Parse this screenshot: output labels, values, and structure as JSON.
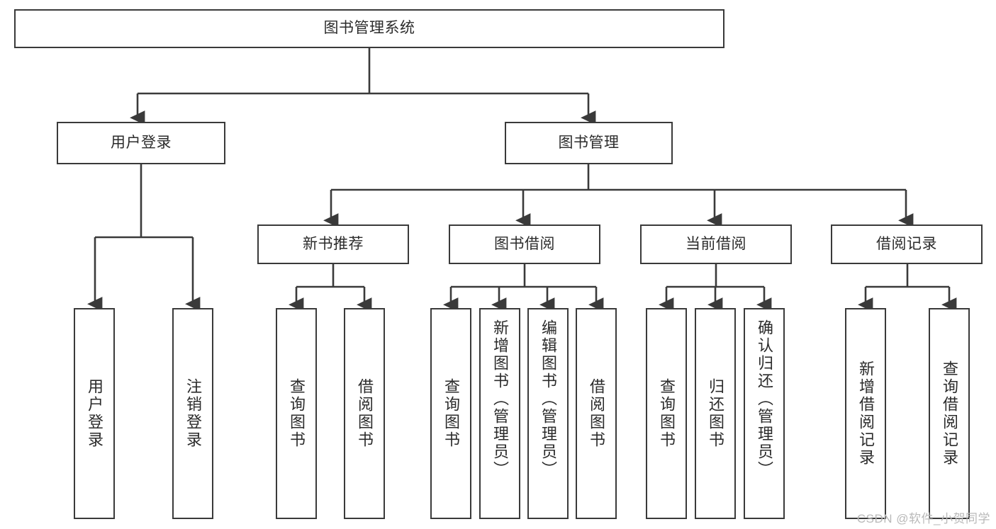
{
  "diagram": {
    "type": "tree-hierarchy",
    "title": "图书管理系统",
    "watermark": "CSDN @软件_小贺同学",
    "colors": {
      "stroke": "#3a3a3a",
      "fill": "#ffffff",
      "text": "#2b2b2b",
      "watermark": "#b9b9b9"
    },
    "nodes": {
      "root": {
        "label": "图书管理系统"
      },
      "level2": [
        {
          "id": "user-login",
          "label": "用户登录"
        },
        {
          "id": "book-manage",
          "label": "图书管理"
        }
      ],
      "level3": [
        {
          "id": "new-book-recommend",
          "label": "新书推荐"
        },
        {
          "id": "book-borrow",
          "label": "图书借阅"
        },
        {
          "id": "current-borrow",
          "label": "当前借阅"
        },
        {
          "id": "borrow-record",
          "label": "借阅记录"
        }
      ],
      "leaves": [
        {
          "id": "leaf-user-login",
          "label": "用户登录",
          "parent": "user-login"
        },
        {
          "id": "leaf-user-logout",
          "label": "注销登录",
          "parent": "user-login"
        },
        {
          "id": "leaf-query-book-1",
          "label": "查询图书",
          "parent": "new-book-recommend"
        },
        {
          "id": "leaf-borrow-book-1",
          "label": "借阅图书",
          "parent": "new-book-recommend"
        },
        {
          "id": "leaf-query-book-2",
          "label": "查询图书",
          "parent": "book-borrow"
        },
        {
          "id": "leaf-add-book",
          "label": "新增图书（管理员）",
          "parent": "book-borrow"
        },
        {
          "id": "leaf-edit-book",
          "label": "编辑图书（管理员）",
          "parent": "book-borrow"
        },
        {
          "id": "leaf-borrow-book-2",
          "label": "借阅图书",
          "parent": "book-borrow"
        },
        {
          "id": "leaf-query-book-3",
          "label": "查询图书",
          "parent": "current-borrow"
        },
        {
          "id": "leaf-return-book",
          "label": "归还图书",
          "parent": "current-borrow"
        },
        {
          "id": "leaf-confirm-return",
          "label": "确认归还（管理员）",
          "parent": "current-borrow"
        },
        {
          "id": "leaf-add-record",
          "label": "新增借阅记录",
          "parent": "borrow-record"
        },
        {
          "id": "leaf-query-record",
          "label": "查询借阅记录",
          "parent": "borrow-record"
        }
      ]
    }
  }
}
